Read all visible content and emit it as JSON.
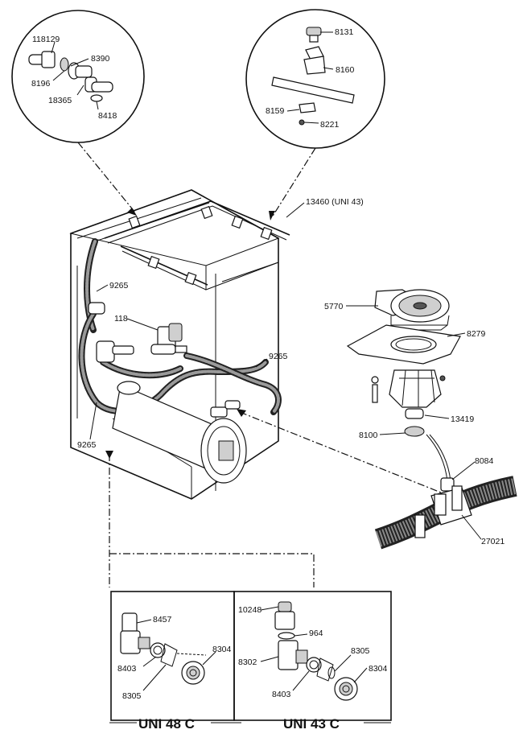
{
  "callouts": {
    "c118129": "118129",
    "c8390": "8390",
    "c8196": "8196",
    "c18365": "18365",
    "c8418": "8418",
    "c8131": "8131",
    "c8160": "8160",
    "c8159": "8159",
    "c8221": "8221",
    "c13460": "13460 (UNI 43)",
    "c9265a": "9265",
    "c118": "118",
    "c9265b": "9265",
    "c9265c": "9265",
    "c5770": "5770",
    "c8279": "8279",
    "c13419": "13419",
    "c8100": "8100",
    "c8084": "8084",
    "c27021": "27021",
    "c8457": "8457",
    "c8403a": "8403",
    "c8305a": "8305",
    "c8304a": "8304",
    "c10248": "10248",
    "c964": "964",
    "c8302": "8302",
    "c8403b": "8403",
    "c8305b": "8305",
    "c8304b": "8304"
  },
  "models": {
    "left": "UNI 48 C",
    "right": "UNI 43 C"
  }
}
